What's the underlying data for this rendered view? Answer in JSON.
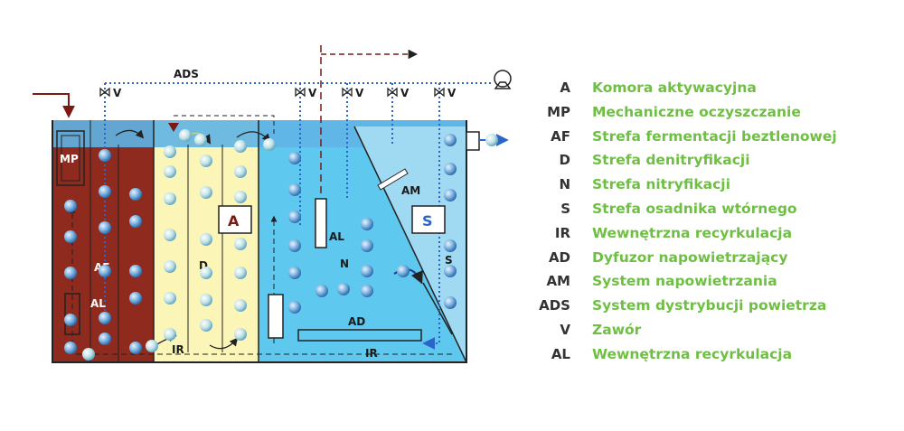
{
  "colors": {
    "af_zone": "#8e2a1e",
    "d_zone": "#fbf5b8",
    "n_zone": "#5ec8ee",
    "water_surface": "#5fb4e6",
    "legend_abbr": "#333333",
    "legend_text": "#6fbf44",
    "line": "#222222",
    "air_line": "#2a66c9"
  },
  "diagram": {
    "labels": {
      "ads": "ADS",
      "mp": "MP",
      "af": "AF",
      "al_left": "AL",
      "d": "D",
      "a": "A",
      "ir_d": "IR",
      "al_n": "AL",
      "n": "N",
      "am": "AM",
      "s_box": "S",
      "s": "S",
      "ad": "AD",
      "ir_bottom": "IR",
      "valve1": "V",
      "valve2": "V",
      "valve3": "V",
      "valve4": "V",
      "valve5": "V"
    }
  },
  "legend": [
    {
      "abbr": "A",
      "desc": "Komora aktywacyjna"
    },
    {
      "abbr": "MP",
      "desc": "Mechaniczne oczyszczanie"
    },
    {
      "abbr": "AF",
      "desc": "Strefa fermentacji beztlenowej"
    },
    {
      "abbr": "D",
      "desc": "Strefa denitryfikacji"
    },
    {
      "abbr": "N",
      "desc": "Strefa nitryfikacji"
    },
    {
      "abbr": "S",
      "desc": "Strefa osadnika wtórnego"
    },
    {
      "abbr": "IR",
      "desc": "Wewnętrzna recyrkulacja"
    },
    {
      "abbr": "AD",
      "desc": "Dyfuzor napowietrzający"
    },
    {
      "abbr": "AM",
      "desc": "System napowietrzania"
    },
    {
      "abbr": "ADS",
      "desc": "System dystrybucji powietrza"
    },
    {
      "abbr": "V",
      "desc": "Zawór"
    },
    {
      "abbr": "AL",
      "desc": "Wewnętrzna recyrkulacja"
    }
  ]
}
